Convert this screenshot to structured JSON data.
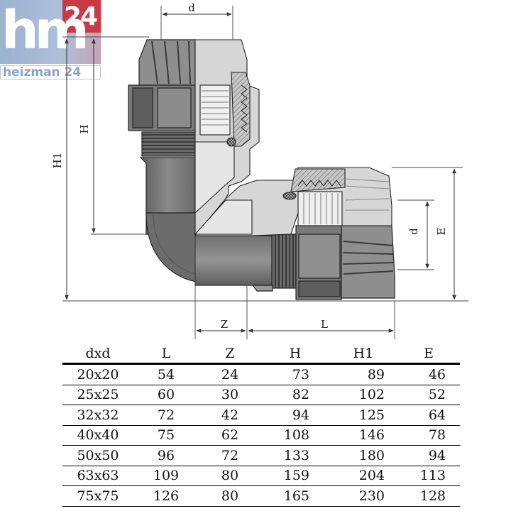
{
  "logo": {
    "mark": "hm",
    "badge": "24",
    "word": "heizman 24"
  },
  "diagram": {
    "labels": {
      "d_top": "d",
      "H": "H",
      "H1": "H1",
      "d_right": "d",
      "E": "E",
      "Z": "Z",
      "L": "L"
    }
  },
  "table": {
    "headers": [
      "dxd",
      "L",
      "Z",
      "H",
      "H1",
      "E"
    ],
    "rows": [
      [
        "20x20",
        "54",
        "24",
        "73",
        "89",
        "46"
      ],
      [
        "25x25",
        "60",
        "30",
        "82",
        "102",
        "52"
      ],
      [
        "32x32",
        "72",
        "42",
        "94",
        "125",
        "64"
      ],
      [
        "40x40",
        "75",
        "62",
        "108",
        "146",
        "78"
      ],
      [
        "50x50",
        "96",
        "72",
        "133",
        "180",
        "94"
      ],
      [
        "63x63",
        "109",
        "80",
        "159",
        "204",
        "113"
      ],
      [
        "75x75",
        "126",
        "80",
        "165",
        "230",
        "128"
      ]
    ]
  }
}
